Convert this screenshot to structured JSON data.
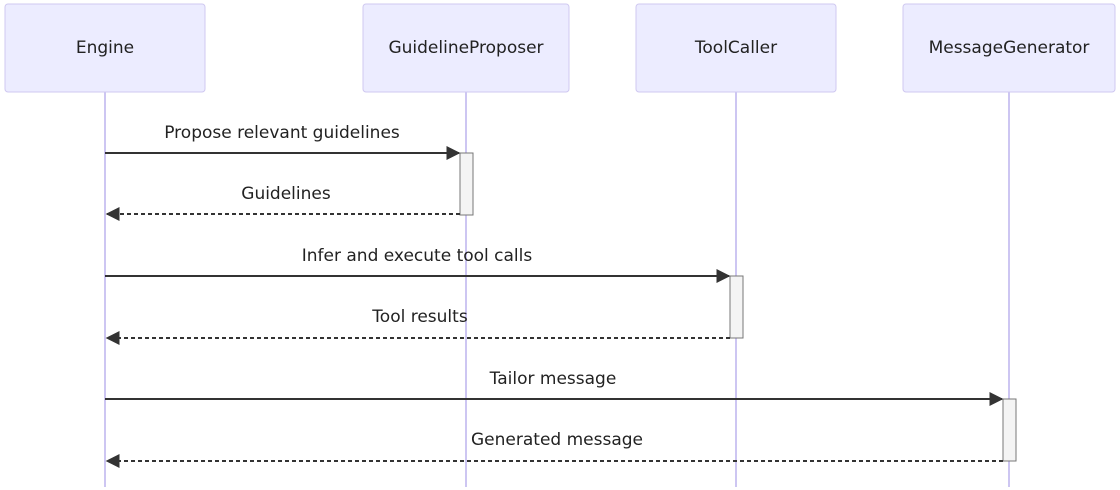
{
  "participants": [
    {
      "id": "engine",
      "label": "Engine"
    },
    {
      "id": "proposer",
      "label": "GuidelineProposer"
    },
    {
      "id": "toolcaller",
      "label": "ToolCaller"
    },
    {
      "id": "generator",
      "label": "MessageGenerator"
    }
  ],
  "messages": [
    {
      "from": "engine",
      "to": "proposer",
      "label": "Propose relevant guidelines",
      "style": "solid"
    },
    {
      "from": "proposer",
      "to": "engine",
      "label": "Guidelines",
      "style": "dashed"
    },
    {
      "from": "engine",
      "to": "toolcaller",
      "label": "Infer and execute tool calls",
      "style": "solid"
    },
    {
      "from": "toolcaller",
      "to": "engine",
      "label": "Tool results",
      "style": "dashed"
    },
    {
      "from": "engine",
      "to": "generator",
      "label": "Tailor message",
      "style": "solid"
    },
    {
      "from": "generator",
      "to": "engine",
      "label": "Generated message",
      "style": "dashed"
    }
  ],
  "colors": {
    "actor_fill": "#ececff",
    "actor_stroke": "#cfc8f0",
    "lifeline": "#cdc6f2",
    "arrow": "#333333",
    "activation_fill": "#f4f4f4"
  }
}
